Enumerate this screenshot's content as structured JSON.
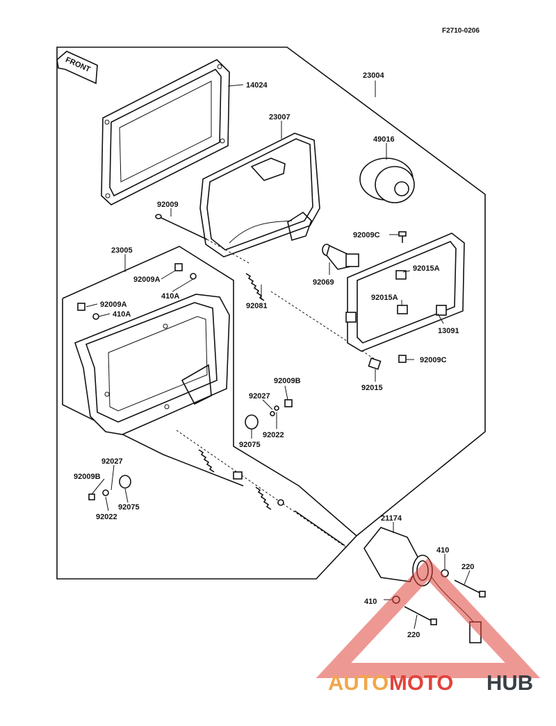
{
  "diagram_code": "F2710-0206",
  "front_label": "FRONT",
  "parts": {
    "p14024": "14024",
    "p23004": "23004",
    "p23007": "23007",
    "p49016": "49016",
    "p92009": "92009",
    "p92009C_top": "92009C",
    "p92015A_top": "92015A",
    "p92069": "92069",
    "p92081": "92081",
    "p23005": "23005",
    "p92009A_a": "92009A",
    "p410A_a": "410A",
    "p92009A_b": "92009A",
    "p410A_b": "410A",
    "p92015A_mid": "92015A",
    "p13091": "13091",
    "p92009C_bot": "92009C",
    "p92015": "92015",
    "p92009B_a": "92009B",
    "p92027_a": "92027",
    "p92022_a": "92022",
    "p92075_a": "92075",
    "p92027_b": "92027",
    "p92009B_b": "92009B",
    "p92022_b": "92022",
    "p92075_b": "92075",
    "p21174": "21174",
    "p410_a": "410",
    "p220_a": "220",
    "p410_b": "410",
    "p220_b": "220"
  },
  "watermark": {
    "auto": "AUTO",
    "moto": "MOTO",
    "hub": "HUB",
    "color_orange": "#f2a64a",
    "color_red": "#e0443c",
    "color_dark": "#3a3f46"
  }
}
